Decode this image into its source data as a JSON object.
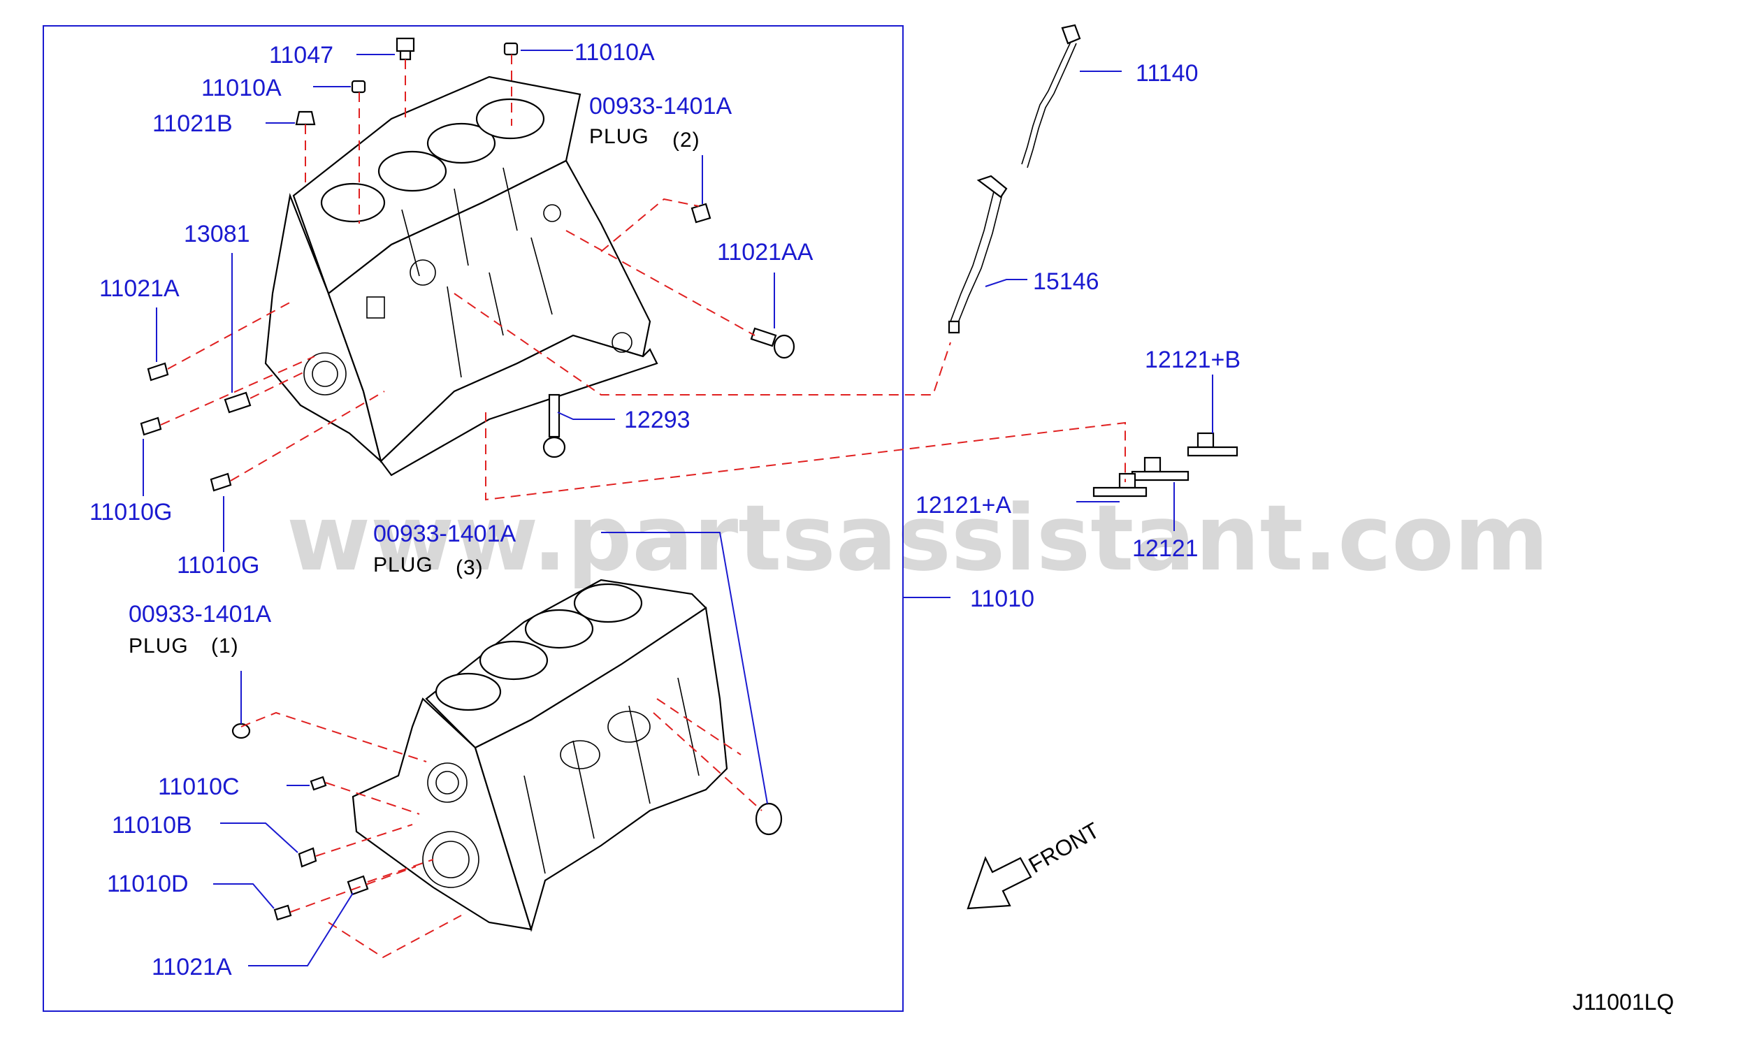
{
  "watermark": "www.partsassistant.com",
  "diagram_code": "J11001LQ",
  "front_label": "FRONT",
  "labels": {
    "p11047": "11047",
    "p11010A_top": "11010A",
    "p11010A_mid": "11010A",
    "p11021B": "11021B",
    "p00933_plug2_num": "00933-1401A",
    "plug2_text": "PLUG",
    "plug2_qty": "(2)",
    "p13081": "13081",
    "p11021A_upper": "11021A",
    "p11021AA": "11021AA",
    "p11140": "11140",
    "p15146": "15146",
    "p12121B": "12121+B",
    "p12293": "12293",
    "p12121A": "12121+A",
    "p12121": "12121",
    "p11010G_a": "11010G",
    "p11010G_b": "11010G",
    "p00933_plug3_num": "00933-1401A",
    "plug3_text": "PLUG",
    "plug3_qty": "(3)",
    "p11010": "11010",
    "p00933_plug1_num": "00933-1401A",
    "plug1_text": "PLUG",
    "plug1_qty": "(1)",
    "p11010C": "11010C",
    "p11010B": "11010B",
    "p11010D": "11010D",
    "p11021A_lower": "11021A"
  }
}
